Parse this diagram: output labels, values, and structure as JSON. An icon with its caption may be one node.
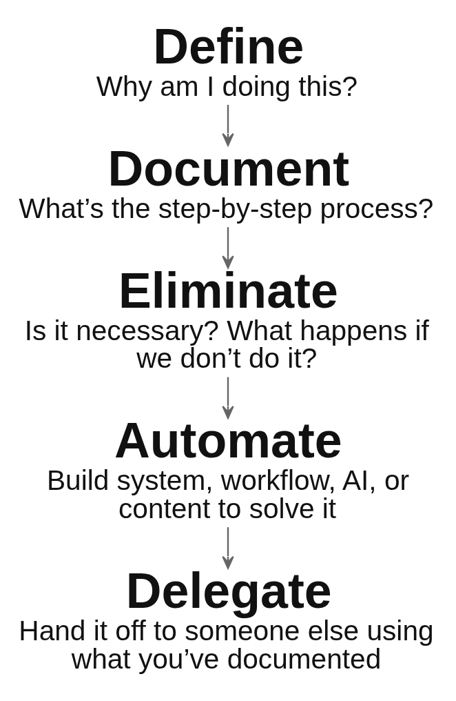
{
  "diagram": {
    "nodes": [
      {
        "text": [
          "Define",
          "Why am I doing this?"
        ]
      },
      {
        "text": [
          "Document",
          "What’s the step-by-step process?"
        ]
      },
      {
        "text": [
          "Eliminate",
          "Is it necessary? What happens if we don’t do it?"
        ]
      },
      {
        "text": [
          "Automate",
          "Build system, workflow, AI, or content to solve it"
        ]
      },
      {
        "text": [
          "Delegate",
          "Hand it off to someone else using what you’ve documented"
        ]
      }
    ],
    "edges": [
      {
        "from": 0,
        "to": 1,
        "arrow": "to"
      },
      {
        "from": 1,
        "to": 2,
        "arrow": "to"
      },
      {
        "from": 2,
        "to": 3,
        "arrow": "to"
      },
      {
        "from": 3,
        "to": 4,
        "arrow": "to"
      }
    ]
  }
}
